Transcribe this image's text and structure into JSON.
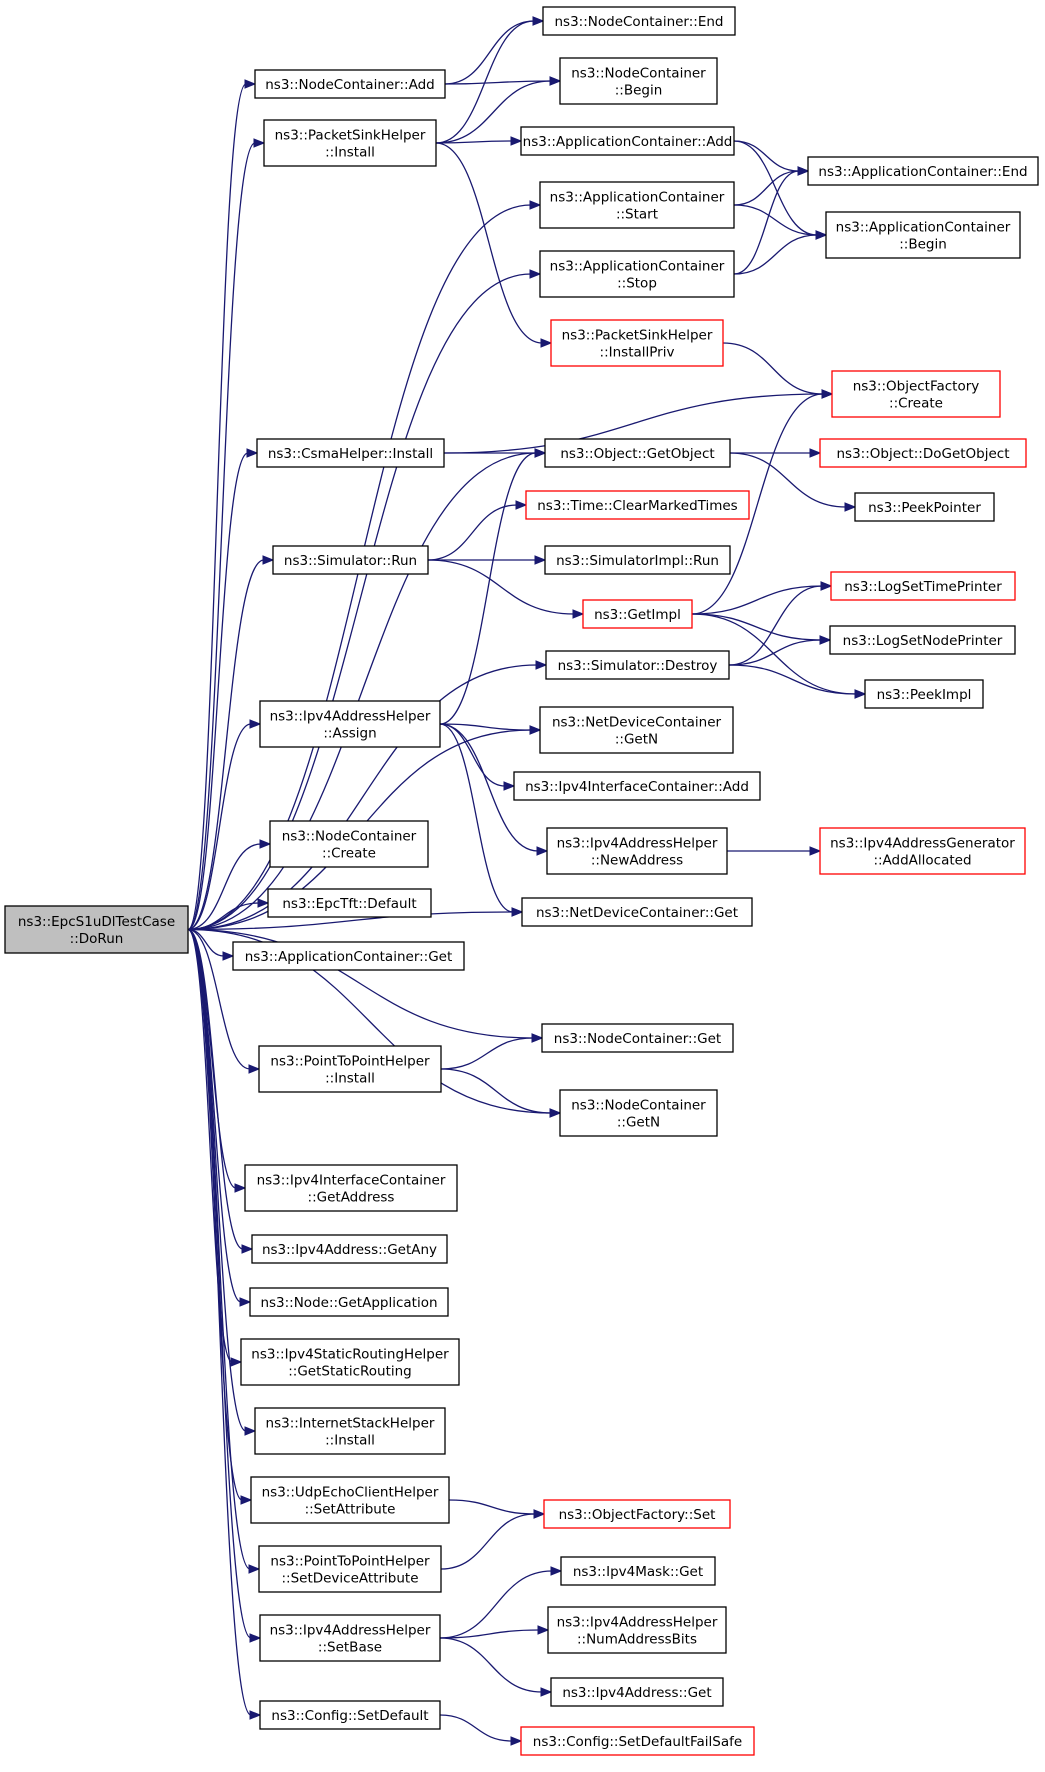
{
  "root": "ns3::EpcS1uDlTestCase::DoRun",
  "nodes": [
    {
      "id": "root",
      "lines": [
        "ns3::EpcS1uDlTestCase",
        "::DoRun"
      ],
      "style": "root"
    },
    {
      "id": "nc_add",
      "lines": [
        "ns3::NodeContainer::Add"
      ]
    },
    {
      "id": "nc_end",
      "lines": [
        "ns3::NodeContainer::End"
      ]
    },
    {
      "id": "nc_begin",
      "lines": [
        "ns3::NodeContainer",
        "::Begin"
      ]
    },
    {
      "id": "psh_install",
      "lines": [
        "ns3::PacketSinkHelper",
        "::Install"
      ]
    },
    {
      "id": "ac_add",
      "lines": [
        "ns3::ApplicationContainer::Add"
      ]
    },
    {
      "id": "ac_end",
      "lines": [
        "ns3::ApplicationContainer::End"
      ]
    },
    {
      "id": "ac_start",
      "lines": [
        "ns3::ApplicationContainer",
        "::Start"
      ]
    },
    {
      "id": "ac_begin",
      "lines": [
        "ns3::ApplicationContainer",
        "::Begin"
      ]
    },
    {
      "id": "ac_stop",
      "lines": [
        "ns3::ApplicationContainer",
        "::Stop"
      ]
    },
    {
      "id": "psh_installpriv",
      "lines": [
        "ns3::PacketSinkHelper",
        "::InstallPriv"
      ],
      "style": "red"
    },
    {
      "id": "of_create",
      "lines": [
        "ns3::ObjectFactory",
        "::Create"
      ],
      "style": "red"
    },
    {
      "id": "csma_install",
      "lines": [
        "ns3::CsmaHelper::Install"
      ]
    },
    {
      "id": "obj_getobject",
      "lines": [
        "ns3::Object::GetObject"
      ]
    },
    {
      "id": "obj_dogetobject",
      "lines": [
        "ns3::Object::DoGetObject"
      ],
      "style": "red"
    },
    {
      "id": "peekpointer",
      "lines": [
        "ns3::PeekPointer"
      ]
    },
    {
      "id": "time_clear",
      "lines": [
        "ns3::Time::ClearMarkedTimes"
      ],
      "style": "red"
    },
    {
      "id": "sim_run",
      "lines": [
        "ns3::Simulator::Run"
      ]
    },
    {
      "id": "simimpl_run",
      "lines": [
        "ns3::SimulatorImpl::Run"
      ]
    },
    {
      "id": "getimpl",
      "lines": [
        "ns3::GetImpl"
      ],
      "style": "red"
    },
    {
      "id": "logsettime",
      "lines": [
        "ns3::LogSetTimePrinter"
      ],
      "style": "red"
    },
    {
      "id": "logsetnode",
      "lines": [
        "ns3::LogSetNodePrinter"
      ]
    },
    {
      "id": "sim_destroy",
      "lines": [
        "ns3::Simulator::Destroy"
      ]
    },
    {
      "id": "peekimpl",
      "lines": [
        "ns3::PeekImpl"
      ]
    },
    {
      "id": "ipv4ah_assign",
      "lines": [
        "ns3::Ipv4AddressHelper",
        "::Assign"
      ]
    },
    {
      "id": "ndc_getn",
      "lines": [
        "ns3::NetDeviceContainer",
        "::GetN"
      ]
    },
    {
      "id": "ipv4ic_add",
      "lines": [
        "ns3::Ipv4InterfaceContainer::Add"
      ]
    },
    {
      "id": "ipv4ah_newaddr",
      "lines": [
        "ns3::Ipv4AddressHelper",
        "::NewAddress"
      ]
    },
    {
      "id": "ipv4ag_addalloc",
      "lines": [
        "ns3::Ipv4AddressGenerator",
        "::AddAllocated"
      ],
      "style": "red"
    },
    {
      "id": "nc_create",
      "lines": [
        "ns3::NodeContainer",
        "::Create"
      ]
    },
    {
      "id": "ndc_get",
      "lines": [
        "ns3::NetDeviceContainer::Get"
      ]
    },
    {
      "id": "epctft_default",
      "lines": [
        "ns3::EpcTft::Default"
      ]
    },
    {
      "id": "ac_get",
      "lines": [
        "ns3::ApplicationContainer::Get"
      ]
    },
    {
      "id": "nc_get",
      "lines": [
        "ns3::NodeContainer::Get"
      ]
    },
    {
      "id": "p2p_install",
      "lines": [
        "ns3::PointToPointHelper",
        "::Install"
      ]
    },
    {
      "id": "nc_getn",
      "lines": [
        "ns3::NodeContainer",
        "::GetN"
      ]
    },
    {
      "id": "ipv4ic_getaddr",
      "lines": [
        "ns3::Ipv4InterfaceContainer",
        "::GetAddress"
      ]
    },
    {
      "id": "ipv4addr_getany",
      "lines": [
        "ns3::Ipv4Address::GetAny"
      ]
    },
    {
      "id": "node_getapp",
      "lines": [
        "ns3::Node::GetApplication"
      ]
    },
    {
      "id": "ipv4srh_getsr",
      "lines": [
        "ns3::Ipv4StaticRoutingHelper",
        "::GetStaticRouting"
      ]
    },
    {
      "id": "ish_install",
      "lines": [
        "ns3::InternetStackHelper",
        "::Install"
      ]
    },
    {
      "id": "uech_setattr",
      "lines": [
        "ns3::UdpEchoClientHelper",
        "::SetAttribute"
      ]
    },
    {
      "id": "of_set",
      "lines": [
        "ns3::ObjectFactory::Set"
      ],
      "style": "red"
    },
    {
      "id": "p2p_setdevattr",
      "lines": [
        "ns3::PointToPointHelper",
        "::SetDeviceAttribute"
      ]
    },
    {
      "id": "ipv4mask_get",
      "lines": [
        "ns3::Ipv4Mask::Get"
      ]
    },
    {
      "id": "ipv4ah_setbase",
      "lines": [
        "ns3::Ipv4AddressHelper",
        "::SetBase"
      ]
    },
    {
      "id": "ipv4ah_numbits",
      "lines": [
        "ns3::Ipv4AddressHelper",
        "::NumAddressBits"
      ]
    },
    {
      "id": "ipv4addr_get",
      "lines": [
        "ns3::Ipv4Address::Get"
      ]
    },
    {
      "id": "config_setdefault",
      "lines": [
        "ns3::Config::SetDefault"
      ]
    },
    {
      "id": "config_setdefaultfs",
      "lines": [
        "ns3::Config::SetDefaultFailSafe"
      ],
      "style": "red"
    }
  ],
  "edges": [
    [
      "root",
      "nc_add"
    ],
    [
      "root",
      "psh_install"
    ],
    [
      "root",
      "ac_start"
    ],
    [
      "root",
      "ac_stop"
    ],
    [
      "root",
      "csma_install"
    ],
    [
      "root",
      "obj_getobject"
    ],
    [
      "root",
      "sim_run"
    ],
    [
      "root",
      "sim_destroy"
    ],
    [
      "root",
      "ndc_getn"
    ],
    [
      "root",
      "ipv4ah_assign"
    ],
    [
      "root",
      "ndc_get"
    ],
    [
      "root",
      "nc_create"
    ],
    [
      "root",
      "epctft_default"
    ],
    [
      "root",
      "ac_get"
    ],
    [
      "root",
      "nc_get"
    ],
    [
      "root",
      "p2p_install"
    ],
    [
      "root",
      "nc_getn"
    ],
    [
      "root",
      "ipv4ic_getaddr"
    ],
    [
      "root",
      "ipv4addr_getany"
    ],
    [
      "root",
      "node_getapp"
    ],
    [
      "root",
      "ipv4srh_getsr"
    ],
    [
      "root",
      "ish_install"
    ],
    [
      "root",
      "uech_setattr"
    ],
    [
      "root",
      "p2p_setdevattr"
    ],
    [
      "root",
      "ipv4ah_setbase"
    ],
    [
      "root",
      "config_setdefault"
    ],
    [
      "nc_add",
      "nc_end"
    ],
    [
      "nc_add",
      "nc_begin"
    ],
    [
      "psh_install",
      "nc_end"
    ],
    [
      "psh_install",
      "nc_begin"
    ],
    [
      "psh_install",
      "ac_add"
    ],
    [
      "psh_install",
      "psh_installpriv"
    ],
    [
      "ac_add",
      "ac_end"
    ],
    [
      "ac_add",
      "ac_begin"
    ],
    [
      "ac_start",
      "ac_end"
    ],
    [
      "ac_start",
      "ac_begin"
    ],
    [
      "ac_stop",
      "ac_end"
    ],
    [
      "ac_stop",
      "ac_begin"
    ],
    [
      "psh_installpriv",
      "of_create"
    ],
    [
      "csma_install",
      "of_create"
    ],
    [
      "csma_install",
      "obj_getobject"
    ],
    [
      "obj_getobject",
      "obj_dogetobject"
    ],
    [
      "obj_getobject",
      "peekpointer"
    ],
    [
      "sim_run",
      "time_clear"
    ],
    [
      "sim_run",
      "simimpl_run"
    ],
    [
      "sim_run",
      "getimpl"
    ],
    [
      "getimpl",
      "of_create"
    ],
    [
      "getimpl",
      "logsettime"
    ],
    [
      "getimpl",
      "logsetnode"
    ],
    [
      "getimpl",
      "peekimpl"
    ],
    [
      "sim_destroy",
      "logsettime"
    ],
    [
      "sim_destroy",
      "logsetnode"
    ],
    [
      "sim_destroy",
      "peekimpl"
    ],
    [
      "ipv4ah_assign",
      "obj_getobject"
    ],
    [
      "ipv4ah_assign",
      "ndc_getn"
    ],
    [
      "ipv4ah_assign",
      "ipv4ic_add"
    ],
    [
      "ipv4ah_assign",
      "ipv4ah_newaddr"
    ],
    [
      "ipv4ah_assign",
      "ndc_get"
    ],
    [
      "ipv4ah_newaddr",
      "ipv4ag_addalloc"
    ],
    [
      "p2p_install",
      "nc_get"
    ],
    [
      "p2p_install",
      "nc_getn"
    ],
    [
      "uech_setattr",
      "of_set"
    ],
    [
      "p2p_setdevattr",
      "of_set"
    ],
    [
      "ipv4ah_setbase",
      "ipv4mask_get"
    ],
    [
      "ipv4ah_setbase",
      "ipv4ah_numbits"
    ],
    [
      "ipv4ah_setbase",
      "ipv4addr_get"
    ],
    [
      "config_setdefault",
      "config_setdefaultfs"
    ]
  ]
}
